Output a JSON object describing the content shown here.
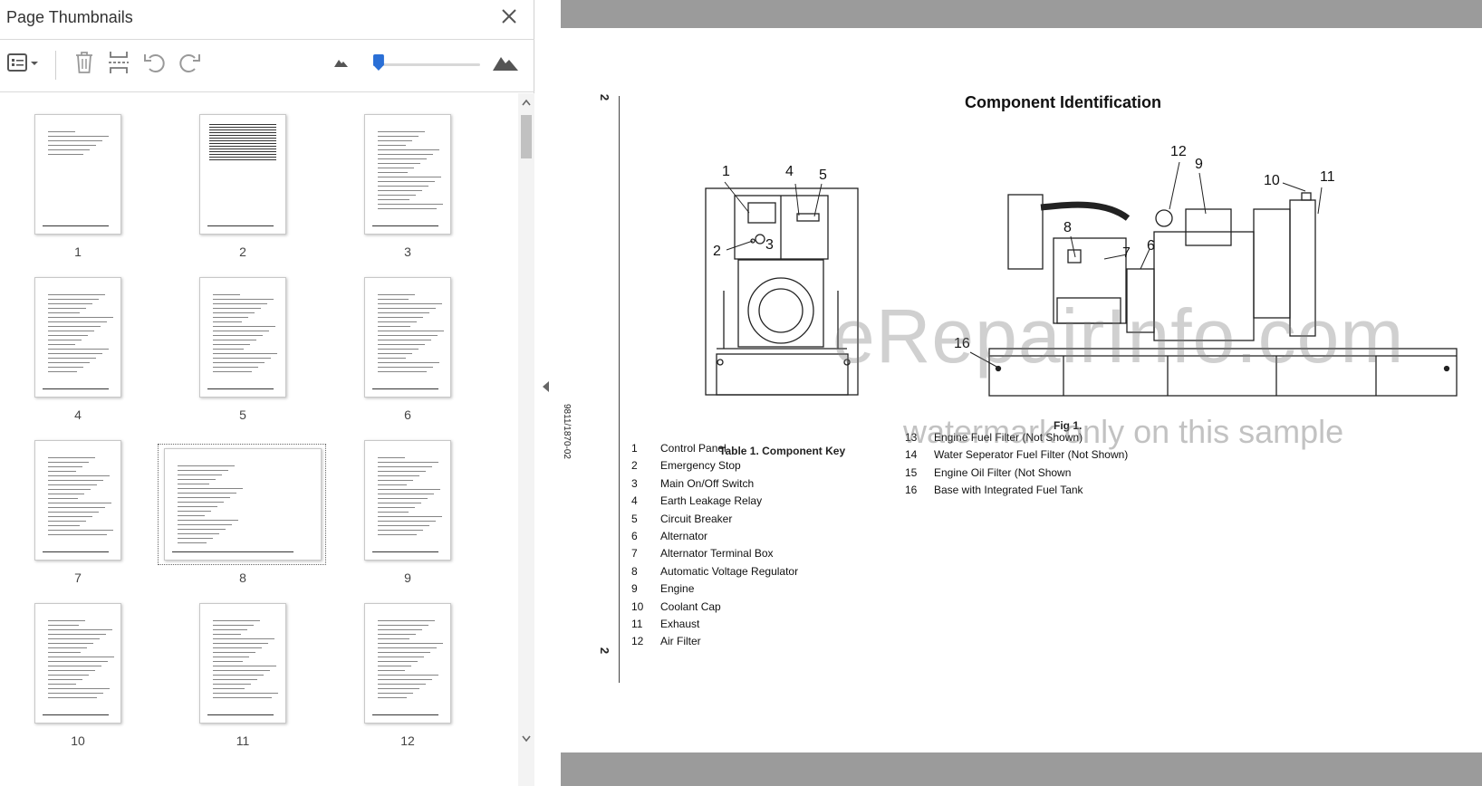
{
  "panel": {
    "title": "Page Thumbnails",
    "thumbnails": [
      {
        "num": "1"
      },
      {
        "num": "2"
      },
      {
        "num": "3"
      },
      {
        "num": "4"
      },
      {
        "num": "5"
      },
      {
        "num": "6"
      },
      {
        "num": "7"
      },
      {
        "num": "8",
        "selected": true
      },
      {
        "num": "9"
      },
      {
        "num": "10"
      },
      {
        "num": "11"
      },
      {
        "num": "12"
      }
    ]
  },
  "toolbar": {
    "zoom_level": 0.05
  },
  "document": {
    "page_title": "Component Identification",
    "side_page_number_top": "2",
    "side_page_number_bottom": "2",
    "doc_id": "9811/1870-02",
    "fig_caption": "Fig 1.",
    "callouts": [
      "1",
      "2",
      "3",
      "4",
      "5",
      "6",
      "7",
      "8",
      "9",
      "10",
      "11",
      "12",
      "16"
    ],
    "table_title": "Table 1. Component Key",
    "component_key_left": [
      {
        "n": "1",
        "label": "Control Panel"
      },
      {
        "n": "2",
        "label": "Emergency Stop"
      },
      {
        "n": "3",
        "label": "Main On/Off Switch"
      },
      {
        "n": "4",
        "label": "Earth Leakage Relay"
      },
      {
        "n": "5",
        "label": "Circuit Breaker"
      },
      {
        "n": "6",
        "label": "Alternator"
      },
      {
        "n": "7",
        "label": "Alternator Terminal Box"
      },
      {
        "n": "8",
        "label": "Automatic Voltage Regulator"
      },
      {
        "n": "9",
        "label": "Engine"
      },
      {
        "n": "10",
        "label": "Coolant Cap"
      },
      {
        "n": "11",
        "label": "Exhaust"
      },
      {
        "n": "12",
        "label": "Air Filter"
      }
    ],
    "component_key_right": [
      {
        "n": "13",
        "label": "Engine Fuel Filter (Not Shown)"
      },
      {
        "n": "14",
        "label": "Water Seperator Fuel Filter (Not Shown)"
      },
      {
        "n": "15",
        "label": "Engine Oil Filter (Not Shown"
      },
      {
        "n": "16",
        "label": "Base with Integrated Fuel Tank"
      }
    ],
    "watermark_main": "eRepairInfo.com",
    "watermark_sub": "watermark only on this sample"
  }
}
